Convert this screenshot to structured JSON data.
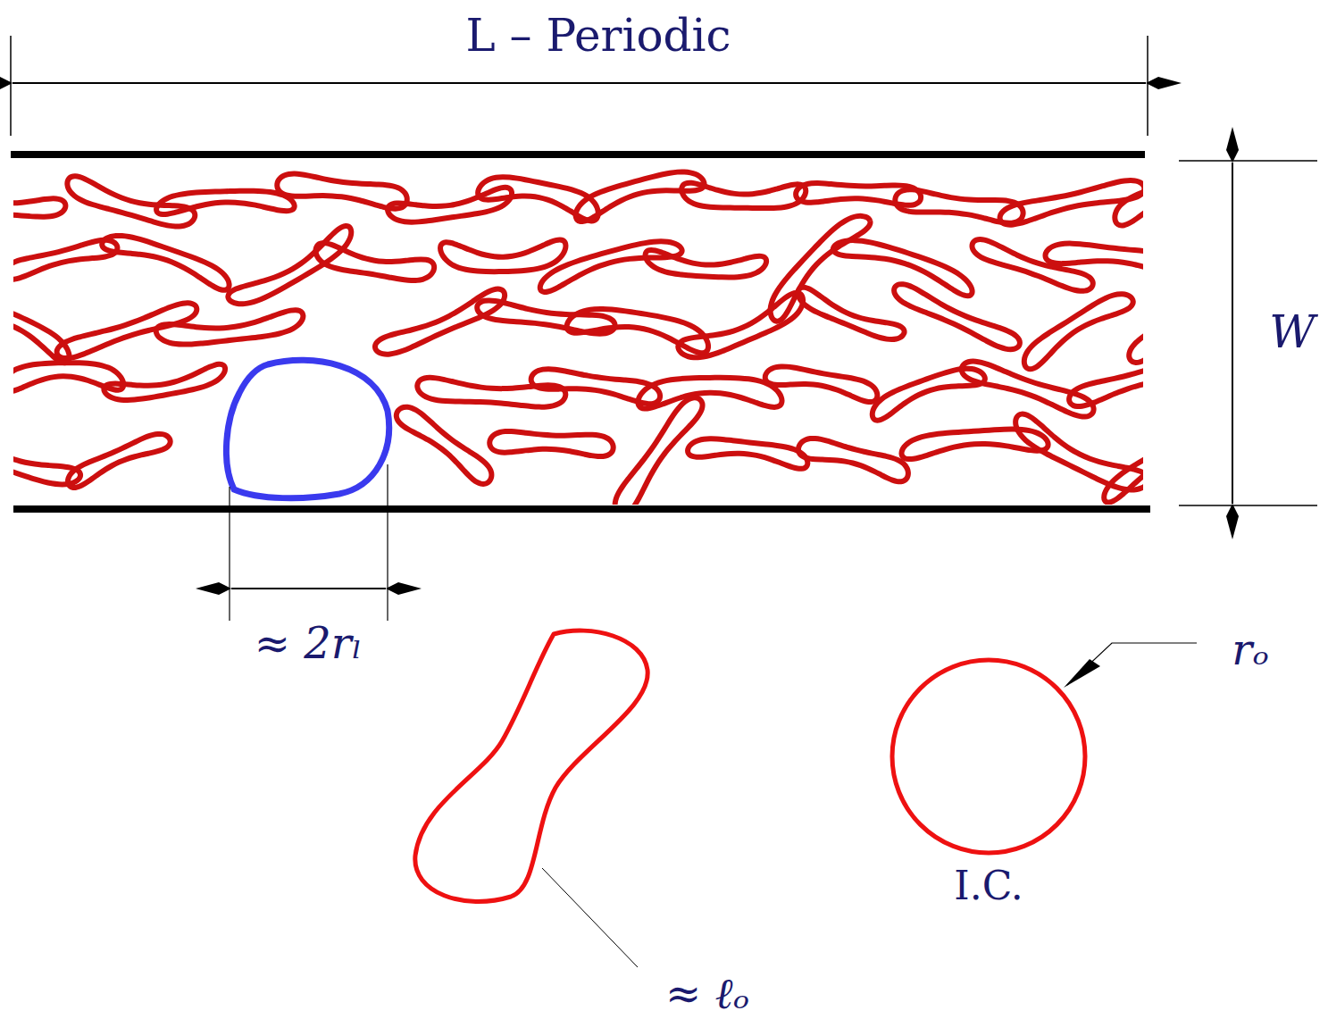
{
  "diagram": {
    "labels": [
      "L – Periodic",
      "W",
      "≈ 2rₗ",
      "≈ ℓₒ",
      "rₒ",
      "I.C."
    ]
  }
}
